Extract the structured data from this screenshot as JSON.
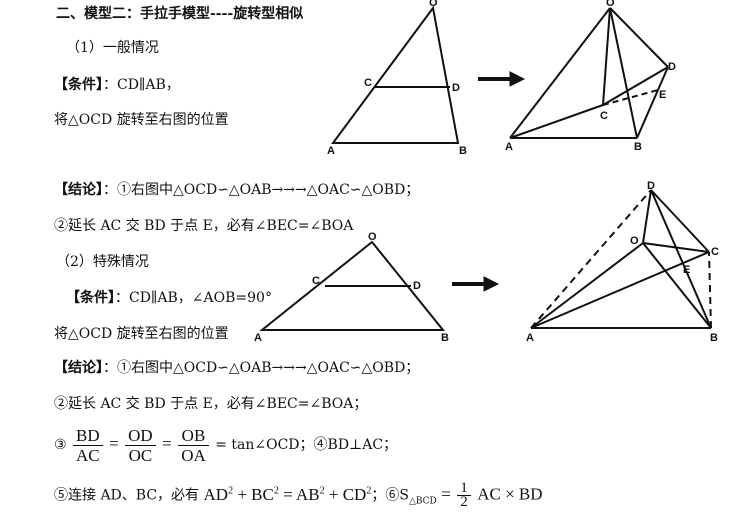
{
  "section_title": "二、模型二：手拉手模型----旋转型相似",
  "general": {
    "heading": "（1）一般情况",
    "condition_label": "【条件】",
    "condition_text": "：CD∥AB，",
    "rotate_text": "将△OCD 旋转至右图的位置",
    "conclusion_label": "【结论】",
    "conclusion_1": "：①右图中△OCD∽△OAB→→→△OAC∽△OBD；",
    "conclusion_2": "②延长 AC 交 BD 于点 E，必有∠BEC=∠BOA"
  },
  "special": {
    "heading": "（2）特殊情况",
    "condition_label": "【条件】",
    "condition_text": "：CD∥AB，∠AOB=90°",
    "rotate_text": "将△OCD 旋转至右图的位置",
    "conclusion_label": "【结论】",
    "conclusion_1": "：①右图中△OCD∽△OAB→→→△OAC∽△OBD；",
    "conclusion_2": "②延长 AC 交 BD 于点 E，必有∠BEC=∠BOA；",
    "conclusion_3_prefix": "③",
    "frac1_num": "BD",
    "frac1_den": "AC",
    "frac2_num": "OD",
    "frac2_den": "OC",
    "frac3_num": "OB",
    "frac3_den": "OA",
    "eq": "=",
    "conclusion_3_suffix": "= tan∠OCD；④BD⊥AC；",
    "conclusion_5_prefix": "⑤连接 AD、BC，必有",
    "eq5_ad": "AD",
    "eq5_bc": "BC",
    "eq5_ab": "AB",
    "eq5_cd": "CD",
    "sq": "2",
    "conclusion_6_prefix": "；⑥S",
    "area_sub": "△BCD",
    "half_num": "1",
    "half_den": "2",
    "area_tail": "AC × BD"
  },
  "figure_labels": {
    "o": "O",
    "a": "A",
    "b": "B",
    "c": "C",
    "d": "D",
    "e": "E"
  }
}
